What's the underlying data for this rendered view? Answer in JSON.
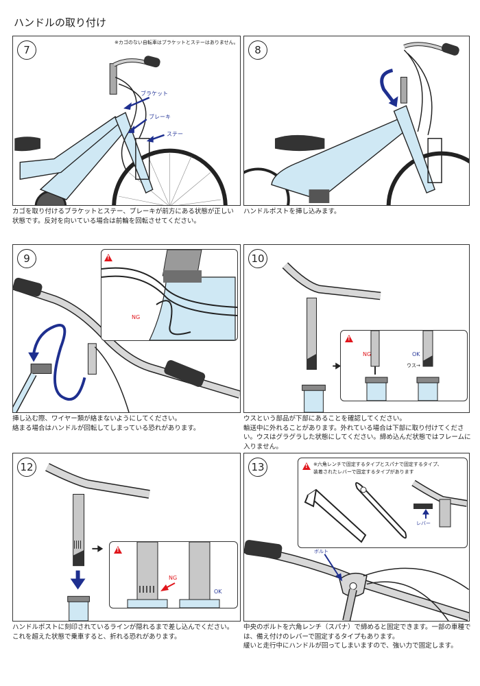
{
  "page_title": "ハンドルの取り付け",
  "steps": {
    "s7": {
      "number": "7",
      "note": "※カゴのない自転車はブラケットとステーはありません。",
      "labels": {
        "bracket": "ブラケット",
        "brake": "ブレーキ",
        "stay": "ステー"
      },
      "caption": [
        "カゴを取り付けるブラケットとステー、ブレーキが前方にある状態が正しい",
        "状態です。反対を向いている場合は前輪を回転させてください。"
      ]
    },
    "s8": {
      "number": "8",
      "caption": [
        "ハンドルポストを挿し込みます。"
      ]
    },
    "s9": {
      "number": "9",
      "labels": {
        "ng": "NG"
      },
      "caption": [
        "挿し込む際、ワイヤー類が絡まないようにしてください。",
        "絡まる場合はハンドルが回転してしまっている恐れがあります。"
      ]
    },
    "s10": {
      "number": "10",
      "labels": {
        "ng": "NG",
        "ok": "OK",
        "usu": "ウス→"
      },
      "caption": [
        "ウスという部品が下部にあることを確認してください。",
        "輸送中に外れることがあります。外れている場合は下部に取り付けてくださ",
        "い。ウスはグラグラした状態にしてください。締め込んだ状態ではフレームに",
        "入りません。"
      ]
    },
    "s12": {
      "number": "12",
      "labels": {
        "ng": "NG",
        "ok": "OK"
      },
      "caption": [
        "ハンドルポストに刻印されているラインが隠れるまで差し込んでください。",
        "これを超えた状態で乗車すると、折れる恐れがあります。"
      ]
    },
    "s13": {
      "number": "13",
      "note": [
        "※六角レンチで固定するタイプとスパナで固定するタイプ、",
        "装着されたレバーで固定するタイプがあります"
      ],
      "labels": {
        "lever": "レバー",
        "bolt": "ボルト"
      },
      "caption": [
        "中央のボルトを六角レンチ（スパナ）で締めると固定できます。一部の車種で",
        "は、備え付けのレバーで固定するタイプもあります。",
        "緩いと走行中にハンドルが回ってしまいますので、強い力で固定します。"
      ]
    }
  },
  "colors": {
    "accent_blue": "#1e2f8f",
    "frame_blue": "#cfe8f4",
    "warning_red": "#e0161c",
    "metal_gray": "#9a9a9a"
  }
}
